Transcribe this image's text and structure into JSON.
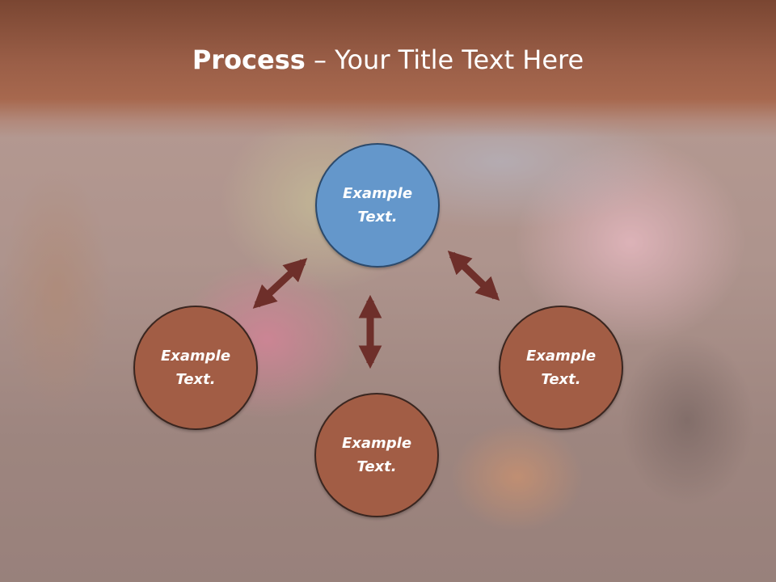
{
  "slide": {
    "title_bold": "Process",
    "title_rest": " – Your Title Text Here"
  },
  "nodes": [
    {
      "id": "top",
      "line1": "Example",
      "line2": "Text.",
      "color": "#6497cb"
    },
    {
      "id": "left",
      "line1": "Example",
      "line2": "Text.",
      "color": "#a25d45"
    },
    {
      "id": "bottom",
      "line1": "Example",
      "line2": "Text.",
      "color": "#a25d45"
    },
    {
      "id": "right",
      "line1": "Example",
      "line2": "Text.",
      "color": "#a25d45"
    }
  ],
  "colors": {
    "header": "#9a5e47",
    "arrow": "#6e2f2a",
    "title_text": "#ffffff"
  }
}
